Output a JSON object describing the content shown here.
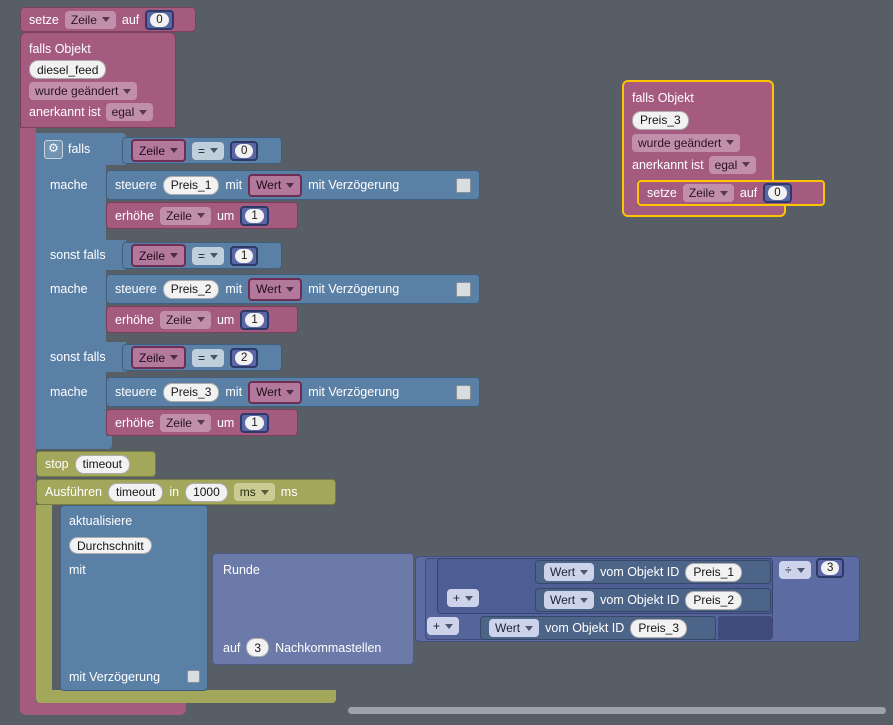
{
  "colors": {
    "workspace_bg": "#575e66",
    "block_trigger_magenta": "#a55b80",
    "block_logic_blue": "#5b80a5",
    "block_timeout_olive": "#a2a75c",
    "block_math_slate": "#5b67a5",
    "selection_outline": "#fdc500"
  },
  "icons": {
    "gear": "⚙"
  },
  "set_top": {
    "kw": "setze",
    "var": "Zeile",
    "to": "auf",
    "value": "0"
  },
  "trigger_main": {
    "title": "falls Objekt",
    "oid": "diesel_feed",
    "changed": "wurde geändert",
    "ack_label": "anerkannt ist",
    "ack": "egal"
  },
  "if_block": {
    "if_label": "falls",
    "do_label": "mache",
    "elseif_label": "sonst falls"
  },
  "conditions": [
    {
      "var": "Zeile",
      "op": "=",
      "value": "0"
    },
    {
      "var": "Zeile",
      "op": "=",
      "value": "1"
    },
    {
      "var": "Zeile",
      "op": "=",
      "value": "2"
    }
  ],
  "controls": [
    {
      "kw": "steuere",
      "oid": "Preis_1",
      "mit": "mit",
      "value": "Wert",
      "delay": "mit Verzögerung"
    },
    {
      "kw": "steuere",
      "oid": "Preis_2",
      "mit": "mit",
      "value": "Wert",
      "delay": "mit Verzögerung"
    },
    {
      "kw": "steuere",
      "oid": "Preis_3",
      "mit": "mit",
      "value": "Wert",
      "delay": "mit Verzögerung"
    }
  ],
  "increments": [
    {
      "kw": "erhöhe",
      "var": "Zeile",
      "um": "um",
      "value": "1"
    },
    {
      "kw": "erhöhe",
      "var": "Zeile",
      "um": "um",
      "value": "1"
    },
    {
      "kw": "erhöhe",
      "var": "Zeile",
      "um": "um",
      "value": "1"
    }
  ],
  "stop_block": {
    "kw": "stop",
    "name": "timeout"
  },
  "exec_block": {
    "kw": "Ausführen",
    "name": "timeout",
    "in_label": "in",
    "value": "1000",
    "unit": "ms",
    "suffix": "ms"
  },
  "update_block": {
    "kw": "aktualisiere",
    "oid": "Durchschnitt",
    "mit": "mit",
    "delay": "mit Verzögerung"
  },
  "round_block": {
    "kw": "Runde",
    "auf": "auf",
    "digits": "3",
    "suffix": "Nachkommastellen"
  },
  "math": {
    "divide": "÷",
    "divisor": "3",
    "plus": "+",
    "getters": [
      {
        "attr": "Wert",
        "label": "vom Objekt ID",
        "oid": "Preis_1"
      },
      {
        "attr": "Wert",
        "label": "vom Objekt ID",
        "oid": "Preis_2"
      },
      {
        "attr": "Wert",
        "label": "vom Objekt ID",
        "oid": "Preis_3"
      }
    ]
  },
  "float_trigger": {
    "title": "falls Objekt",
    "oid": "Preis_3",
    "changed": "wurde geändert",
    "ack_label": "anerkannt ist",
    "ack": "egal",
    "set": {
      "kw": "setze",
      "var": "Zeile",
      "to": "auf",
      "value": "0"
    }
  }
}
